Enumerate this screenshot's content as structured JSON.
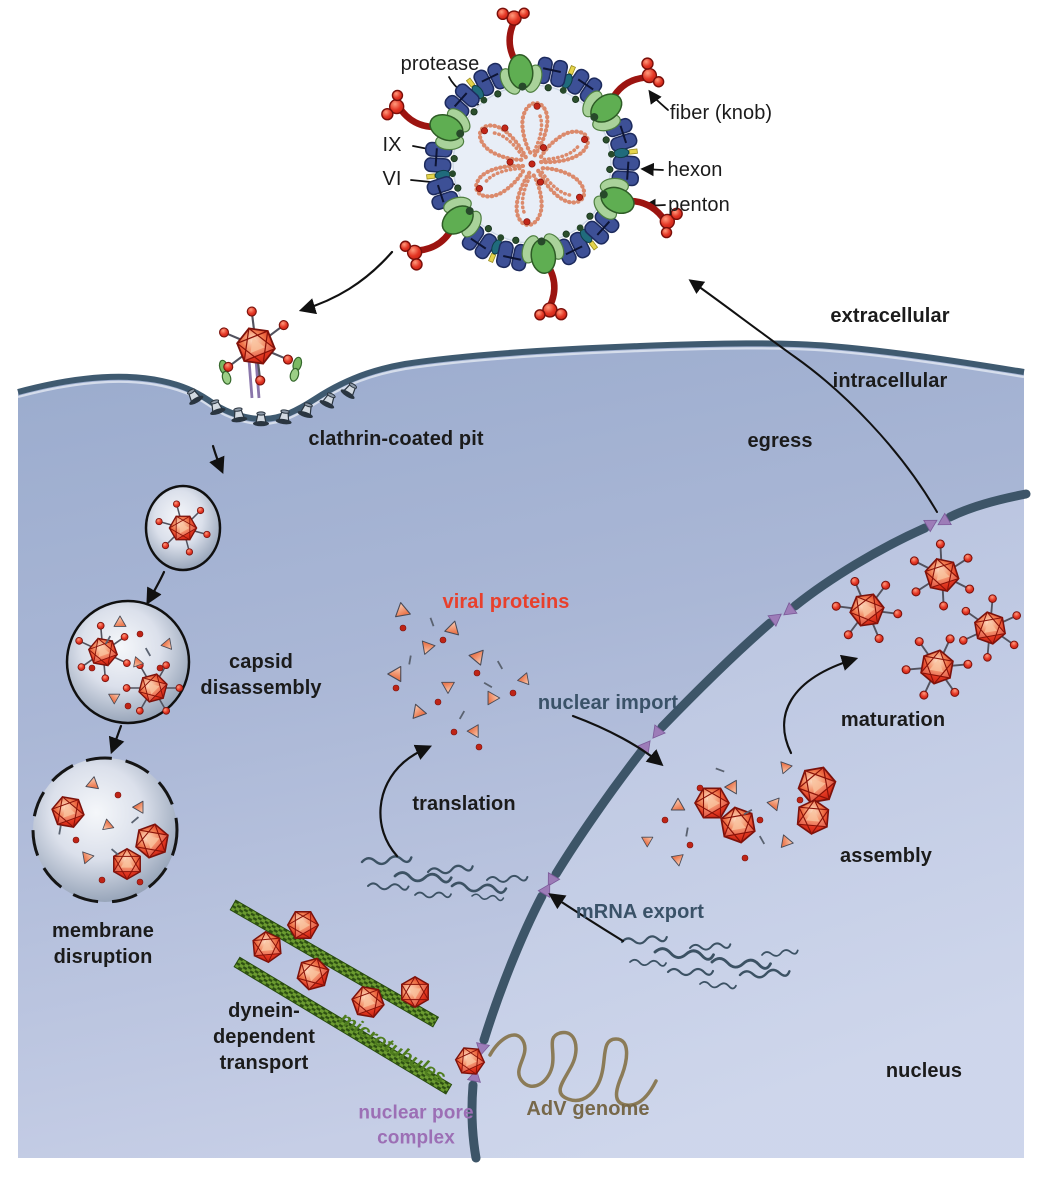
{
  "figure": {
    "structure_labels": {
      "protease": "protease",
      "protein_ix": "IX",
      "protein_vi": "VI",
      "fiber_knob": "fiber (knob)",
      "hexon": "hexon",
      "penton": "penton"
    },
    "regions": {
      "extracellular": "extracellular",
      "intracellular": "intracellular",
      "nucleus": "nucleus"
    },
    "stages": {
      "clathrin_pit": "clathrin-coated pit",
      "capsid_disassembly": "capsid\ndisassembly",
      "membrane_disruption": "membrane\ndisruption",
      "dynein_transport": "dynein-\ndependent\ntransport",
      "microtubules": "microtubules",
      "nuclear_pore_complex": "nuclear pore\ncomplex",
      "adv_genome": "AdV genome",
      "mrna_export": "mRNA export",
      "translation": "translation",
      "viral_proteins": "viral proteins",
      "nuclear_import": "nuclear import",
      "assembly": "assembly",
      "maturation": "maturation",
      "egress": "egress"
    },
    "colors": {
      "cytoplasm": "#a9b6d4",
      "plasma_membrane": "#3f5a70",
      "nuclear_envelope": "#3d5568",
      "virus_red": "#e23822",
      "viral_proteins_text": "#e8402c",
      "transport_text": "#3a5268",
      "nuclear_pore_purple": "#9d7cb8",
      "microtubule_green": "#4f7d1f",
      "genome_brown": "#77684a"
    }
  }
}
